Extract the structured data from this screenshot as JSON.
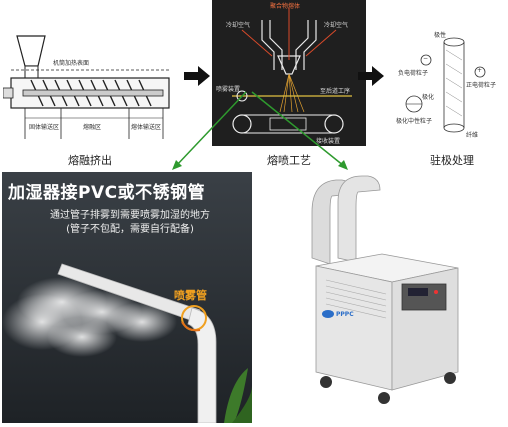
{
  "top_row": {
    "extruder": {
      "caption": "熔融挤出",
      "header_label": "机筒加热表面",
      "zone_labels": [
        "固体输送区",
        "熔融区",
        "熔体输送区"
      ]
    },
    "meltblown": {
      "caption": "熔喷工艺",
      "top_label": "聚合物熔体",
      "air_left": "冷却空气",
      "air_right": "冷却空气",
      "nozzle_label": "喷雾装置",
      "direction_label": "至后道工序",
      "collector_label": "接收装置"
    },
    "electret": {
      "caption": "驻极处理",
      "labels": {
        "top": "极性",
        "left_charge": "负电荷粒子",
        "right_charge": "正电荷粒子",
        "middle": "极化",
        "bottom_left": "极化中性粒子",
        "fiber": "纤维"
      },
      "symbols": {
        "minus": "−",
        "plus": "+"
      }
    }
  },
  "bottom_row": {
    "pipe_panel": {
      "headline": "加湿器接PVC或不锈钢管",
      "subtitle": "通过管子排雾到需要喷雾加湿的地方",
      "note": "(管子不包配，需要自行配备)",
      "spray_label": "喷雾管"
    },
    "machine_panel": {
      "brand": "PPPC"
    }
  },
  "colors": {
    "arrow_black": "#111111",
    "arrow_green": "#2e9a2e",
    "spray_orange": "#f0a020",
    "dark_bg": "#1f1f1f"
  }
}
